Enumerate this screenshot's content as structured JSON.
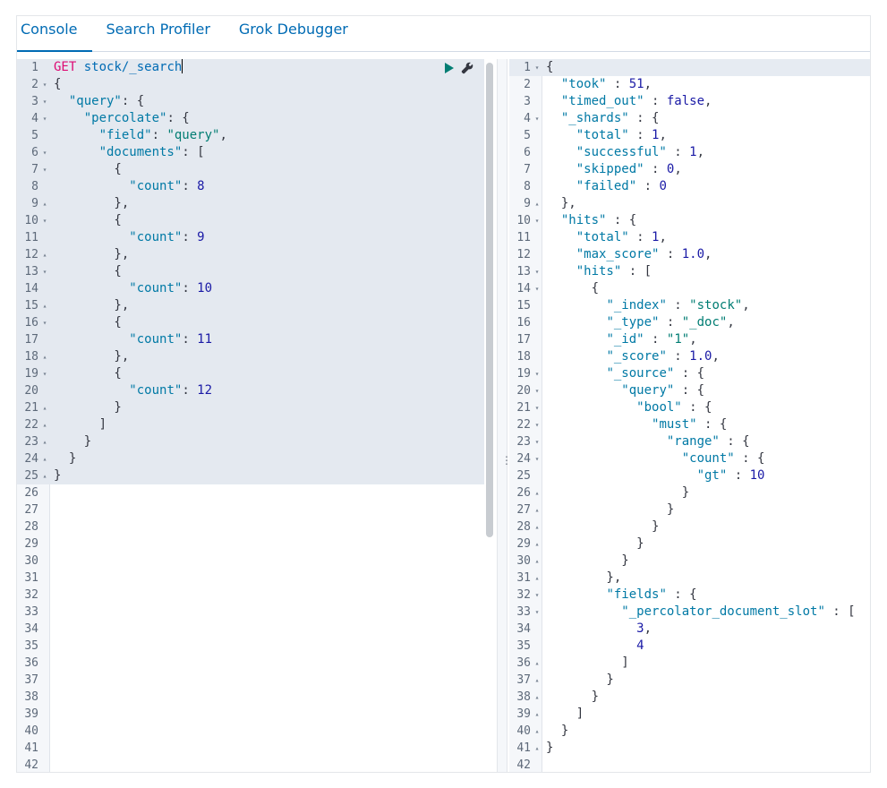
{
  "tabs": [
    {
      "label": "Console",
      "active": true
    },
    {
      "label": "Search Profiler",
      "active": false
    },
    {
      "label": "Grok Debugger",
      "active": false
    }
  ],
  "request": {
    "selected_through_line": 25,
    "lines": [
      {
        "n": "1",
        "fold": "",
        "t": [
          [
            "m",
            "GET"
          ],
          [
            "p",
            " "
          ],
          [
            "u",
            "stock/_search"
          ]
        ],
        "cursor": true
      },
      {
        "n": "2",
        "fold": "▾",
        "t": [
          [
            "p",
            "{"
          ]
        ]
      },
      {
        "n": "3",
        "fold": "▾",
        "t": [
          [
            "p",
            "  "
          ],
          [
            "k",
            "\"query\""
          ],
          [
            "p",
            ": {"
          ]
        ]
      },
      {
        "n": "4",
        "fold": "▾",
        "t": [
          [
            "p",
            "    "
          ],
          [
            "k",
            "\"percolate\""
          ],
          [
            "p",
            ": {"
          ]
        ]
      },
      {
        "n": "5",
        "fold": "",
        "t": [
          [
            "p",
            "      "
          ],
          [
            "k",
            "\"field\""
          ],
          [
            "p",
            ": "
          ],
          [
            "s",
            "\"query\""
          ],
          [
            "p",
            ","
          ]
        ]
      },
      {
        "n": "6",
        "fold": "▾",
        "t": [
          [
            "p",
            "      "
          ],
          [
            "k",
            "\"documents\""
          ],
          [
            "p",
            ": ["
          ]
        ]
      },
      {
        "n": "7",
        "fold": "▾",
        "t": [
          [
            "p",
            "        {"
          ]
        ]
      },
      {
        "n": "8",
        "fold": "",
        "t": [
          [
            "p",
            "          "
          ],
          [
            "k",
            "\"count\""
          ],
          [
            "p",
            ": "
          ],
          [
            "n",
            "8"
          ]
        ]
      },
      {
        "n": "9",
        "fold": "▴",
        "t": [
          [
            "p",
            "        },"
          ]
        ]
      },
      {
        "n": "10",
        "fold": "▾",
        "t": [
          [
            "p",
            "        {"
          ]
        ]
      },
      {
        "n": "11",
        "fold": "",
        "t": [
          [
            "p",
            "          "
          ],
          [
            "k",
            "\"count\""
          ],
          [
            "p",
            ": "
          ],
          [
            "n",
            "9"
          ]
        ]
      },
      {
        "n": "12",
        "fold": "▴",
        "t": [
          [
            "p",
            "        },"
          ]
        ]
      },
      {
        "n": "13",
        "fold": "▾",
        "t": [
          [
            "p",
            "        {"
          ]
        ]
      },
      {
        "n": "14",
        "fold": "",
        "t": [
          [
            "p",
            "          "
          ],
          [
            "k",
            "\"count\""
          ],
          [
            "p",
            ": "
          ],
          [
            "n",
            "10"
          ]
        ]
      },
      {
        "n": "15",
        "fold": "▴",
        "t": [
          [
            "p",
            "        },"
          ]
        ]
      },
      {
        "n": "16",
        "fold": "▾",
        "t": [
          [
            "p",
            "        {"
          ]
        ]
      },
      {
        "n": "17",
        "fold": "",
        "t": [
          [
            "p",
            "          "
          ],
          [
            "k",
            "\"count\""
          ],
          [
            "p",
            ": "
          ],
          [
            "n",
            "11"
          ]
        ]
      },
      {
        "n": "18",
        "fold": "▴",
        "t": [
          [
            "p",
            "        },"
          ]
        ]
      },
      {
        "n": "19",
        "fold": "▾",
        "t": [
          [
            "p",
            "        {"
          ]
        ]
      },
      {
        "n": "20",
        "fold": "",
        "t": [
          [
            "p",
            "          "
          ],
          [
            "k",
            "\"count\""
          ],
          [
            "p",
            ": "
          ],
          [
            "n",
            "12"
          ]
        ]
      },
      {
        "n": "21",
        "fold": "▴",
        "t": [
          [
            "p",
            "        }"
          ]
        ]
      },
      {
        "n": "22",
        "fold": "▴",
        "t": [
          [
            "p",
            "      ]"
          ]
        ]
      },
      {
        "n": "23",
        "fold": "▴",
        "t": [
          [
            "p",
            "    }"
          ]
        ]
      },
      {
        "n": "24",
        "fold": "▴",
        "t": [
          [
            "p",
            "  }"
          ]
        ]
      },
      {
        "n": "25",
        "fold": "▴",
        "t": [
          [
            "p",
            "}"
          ]
        ]
      },
      {
        "n": "26",
        "fold": "",
        "t": []
      },
      {
        "n": "27",
        "fold": "",
        "t": []
      },
      {
        "n": "28",
        "fold": "",
        "t": []
      },
      {
        "n": "29",
        "fold": "",
        "t": []
      },
      {
        "n": "30",
        "fold": "",
        "t": []
      },
      {
        "n": "31",
        "fold": "",
        "t": []
      },
      {
        "n": "32",
        "fold": "",
        "t": []
      },
      {
        "n": "33",
        "fold": "",
        "t": []
      },
      {
        "n": "34",
        "fold": "",
        "t": []
      },
      {
        "n": "35",
        "fold": "",
        "t": []
      },
      {
        "n": "36",
        "fold": "",
        "t": []
      },
      {
        "n": "37",
        "fold": "",
        "t": []
      },
      {
        "n": "38",
        "fold": "",
        "t": []
      },
      {
        "n": "39",
        "fold": "",
        "t": []
      },
      {
        "n": "40",
        "fold": "",
        "t": []
      },
      {
        "n": "41",
        "fold": "",
        "t": []
      },
      {
        "n": "42",
        "fold": "",
        "t": []
      }
    ]
  },
  "response": {
    "highlight_line": 1,
    "lines": [
      {
        "n": "1",
        "fold": "▾",
        "t": [
          [
            "p",
            "{"
          ]
        ]
      },
      {
        "n": "2",
        "fold": "",
        "t": [
          [
            "p",
            "  "
          ],
          [
            "k",
            "\"took\""
          ],
          [
            "p",
            " : "
          ],
          [
            "n",
            "51"
          ],
          [
            "p",
            ","
          ]
        ]
      },
      {
        "n": "3",
        "fold": "",
        "t": [
          [
            "p",
            "  "
          ],
          [
            "k",
            "\"timed_out\""
          ],
          [
            "p",
            " : "
          ],
          [
            "n",
            "false"
          ],
          [
            "p",
            ","
          ]
        ]
      },
      {
        "n": "4",
        "fold": "▾",
        "t": [
          [
            "p",
            "  "
          ],
          [
            "k",
            "\"_shards\""
          ],
          [
            "p",
            " : {"
          ]
        ]
      },
      {
        "n": "5",
        "fold": "",
        "t": [
          [
            "p",
            "    "
          ],
          [
            "k",
            "\"total\""
          ],
          [
            "p",
            " : "
          ],
          [
            "n",
            "1"
          ],
          [
            "p",
            ","
          ]
        ]
      },
      {
        "n": "6",
        "fold": "",
        "t": [
          [
            "p",
            "    "
          ],
          [
            "k",
            "\"successful\""
          ],
          [
            "p",
            " : "
          ],
          [
            "n",
            "1"
          ],
          [
            "p",
            ","
          ]
        ]
      },
      {
        "n": "7",
        "fold": "",
        "t": [
          [
            "p",
            "    "
          ],
          [
            "k",
            "\"skipped\""
          ],
          [
            "p",
            " : "
          ],
          [
            "n",
            "0"
          ],
          [
            "p",
            ","
          ]
        ]
      },
      {
        "n": "8",
        "fold": "",
        "t": [
          [
            "p",
            "    "
          ],
          [
            "k",
            "\"failed\""
          ],
          [
            "p",
            " : "
          ],
          [
            "n",
            "0"
          ]
        ]
      },
      {
        "n": "9",
        "fold": "▴",
        "t": [
          [
            "p",
            "  },"
          ]
        ]
      },
      {
        "n": "10",
        "fold": "▾",
        "t": [
          [
            "p",
            "  "
          ],
          [
            "k",
            "\"hits\""
          ],
          [
            "p",
            " : {"
          ]
        ]
      },
      {
        "n": "11",
        "fold": "",
        "t": [
          [
            "p",
            "    "
          ],
          [
            "k",
            "\"total\""
          ],
          [
            "p",
            " : "
          ],
          [
            "n",
            "1"
          ],
          [
            "p",
            ","
          ]
        ]
      },
      {
        "n": "12",
        "fold": "",
        "t": [
          [
            "p",
            "    "
          ],
          [
            "k",
            "\"max_score\""
          ],
          [
            "p",
            " : "
          ],
          [
            "n",
            "1.0"
          ],
          [
            "p",
            ","
          ]
        ]
      },
      {
        "n": "13",
        "fold": "▾",
        "t": [
          [
            "p",
            "    "
          ],
          [
            "k",
            "\"hits\""
          ],
          [
            "p",
            " : ["
          ]
        ]
      },
      {
        "n": "14",
        "fold": "▾",
        "t": [
          [
            "p",
            "      {"
          ]
        ]
      },
      {
        "n": "15",
        "fold": "",
        "t": [
          [
            "p",
            "        "
          ],
          [
            "k",
            "\"_index\""
          ],
          [
            "p",
            " : "
          ],
          [
            "s",
            "\"stock\""
          ],
          [
            "p",
            ","
          ]
        ]
      },
      {
        "n": "16",
        "fold": "",
        "t": [
          [
            "p",
            "        "
          ],
          [
            "k",
            "\"_type\""
          ],
          [
            "p",
            " : "
          ],
          [
            "s",
            "\"_doc\""
          ],
          [
            "p",
            ","
          ]
        ]
      },
      {
        "n": "17",
        "fold": "",
        "t": [
          [
            "p",
            "        "
          ],
          [
            "k",
            "\"_id\""
          ],
          [
            "p",
            " : "
          ],
          [
            "s",
            "\"1\""
          ],
          [
            "p",
            ","
          ]
        ]
      },
      {
        "n": "18",
        "fold": "",
        "t": [
          [
            "p",
            "        "
          ],
          [
            "k",
            "\"_score\""
          ],
          [
            "p",
            " : "
          ],
          [
            "n",
            "1.0"
          ],
          [
            "p",
            ","
          ]
        ]
      },
      {
        "n": "19",
        "fold": "▾",
        "t": [
          [
            "p",
            "        "
          ],
          [
            "k",
            "\"_source\""
          ],
          [
            "p",
            " : {"
          ]
        ]
      },
      {
        "n": "20",
        "fold": "▾",
        "t": [
          [
            "p",
            "          "
          ],
          [
            "k",
            "\"query\""
          ],
          [
            "p",
            " : {"
          ]
        ]
      },
      {
        "n": "21",
        "fold": "▾",
        "t": [
          [
            "p",
            "            "
          ],
          [
            "k",
            "\"bool\""
          ],
          [
            "p",
            " : {"
          ]
        ]
      },
      {
        "n": "22",
        "fold": "▾",
        "t": [
          [
            "p",
            "              "
          ],
          [
            "k",
            "\"must\""
          ],
          [
            "p",
            " : {"
          ]
        ]
      },
      {
        "n": "23",
        "fold": "▾",
        "t": [
          [
            "p",
            "                "
          ],
          [
            "k",
            "\"range\""
          ],
          [
            "p",
            " : {"
          ]
        ]
      },
      {
        "n": "24",
        "fold": "▾",
        "t": [
          [
            "p",
            "                  "
          ],
          [
            "k",
            "\"count\""
          ],
          [
            "p",
            " : {"
          ]
        ]
      },
      {
        "n": "25",
        "fold": "",
        "t": [
          [
            "p",
            "                    "
          ],
          [
            "k",
            "\"gt\""
          ],
          [
            "p",
            " : "
          ],
          [
            "n",
            "10"
          ]
        ]
      },
      {
        "n": "26",
        "fold": "▴",
        "t": [
          [
            "p",
            "                  }"
          ]
        ]
      },
      {
        "n": "27",
        "fold": "▴",
        "t": [
          [
            "p",
            "                }"
          ]
        ]
      },
      {
        "n": "28",
        "fold": "▴",
        "t": [
          [
            "p",
            "              }"
          ]
        ]
      },
      {
        "n": "29",
        "fold": "▴",
        "t": [
          [
            "p",
            "            }"
          ]
        ]
      },
      {
        "n": "30",
        "fold": "▴",
        "t": [
          [
            "p",
            "          }"
          ]
        ]
      },
      {
        "n": "31",
        "fold": "▴",
        "t": [
          [
            "p",
            "        },"
          ]
        ]
      },
      {
        "n": "32",
        "fold": "▾",
        "t": [
          [
            "p",
            "        "
          ],
          [
            "k",
            "\"fields\""
          ],
          [
            "p",
            " : {"
          ]
        ]
      },
      {
        "n": "33",
        "fold": "▾",
        "t": [
          [
            "p",
            "          "
          ],
          [
            "k",
            "\"_percolator_document_slot\""
          ],
          [
            "p",
            " : ["
          ]
        ]
      },
      {
        "n": "34",
        "fold": "",
        "t": [
          [
            "p",
            "            "
          ],
          [
            "n",
            "3"
          ],
          [
            "p",
            ","
          ]
        ]
      },
      {
        "n": "35",
        "fold": "",
        "t": [
          [
            "p",
            "            "
          ],
          [
            "n",
            "4"
          ]
        ]
      },
      {
        "n": "36",
        "fold": "▴",
        "t": [
          [
            "p",
            "          ]"
          ]
        ]
      },
      {
        "n": "37",
        "fold": "▴",
        "t": [
          [
            "p",
            "        }"
          ]
        ]
      },
      {
        "n": "38",
        "fold": "▴",
        "t": [
          [
            "p",
            "      }"
          ]
        ]
      },
      {
        "n": "39",
        "fold": "▴",
        "t": [
          [
            "p",
            "    ]"
          ]
        ]
      },
      {
        "n": "40",
        "fold": "▴",
        "t": [
          [
            "p",
            "  }"
          ]
        ]
      },
      {
        "n": "41",
        "fold": "▴",
        "t": [
          [
            "p",
            "}"
          ]
        ]
      },
      {
        "n": "42",
        "fold": "",
        "t": []
      }
    ]
  },
  "colors": {
    "accent": "#006bb4",
    "key": "#0079a5",
    "string": "#017d73",
    "number": "#1a1aa6",
    "method": "#dd0a73",
    "selection": "#e4e9f0"
  },
  "icons": {
    "run": "play-icon",
    "settings": "wrench-icon",
    "resize": "vertical-dots-icon"
  }
}
